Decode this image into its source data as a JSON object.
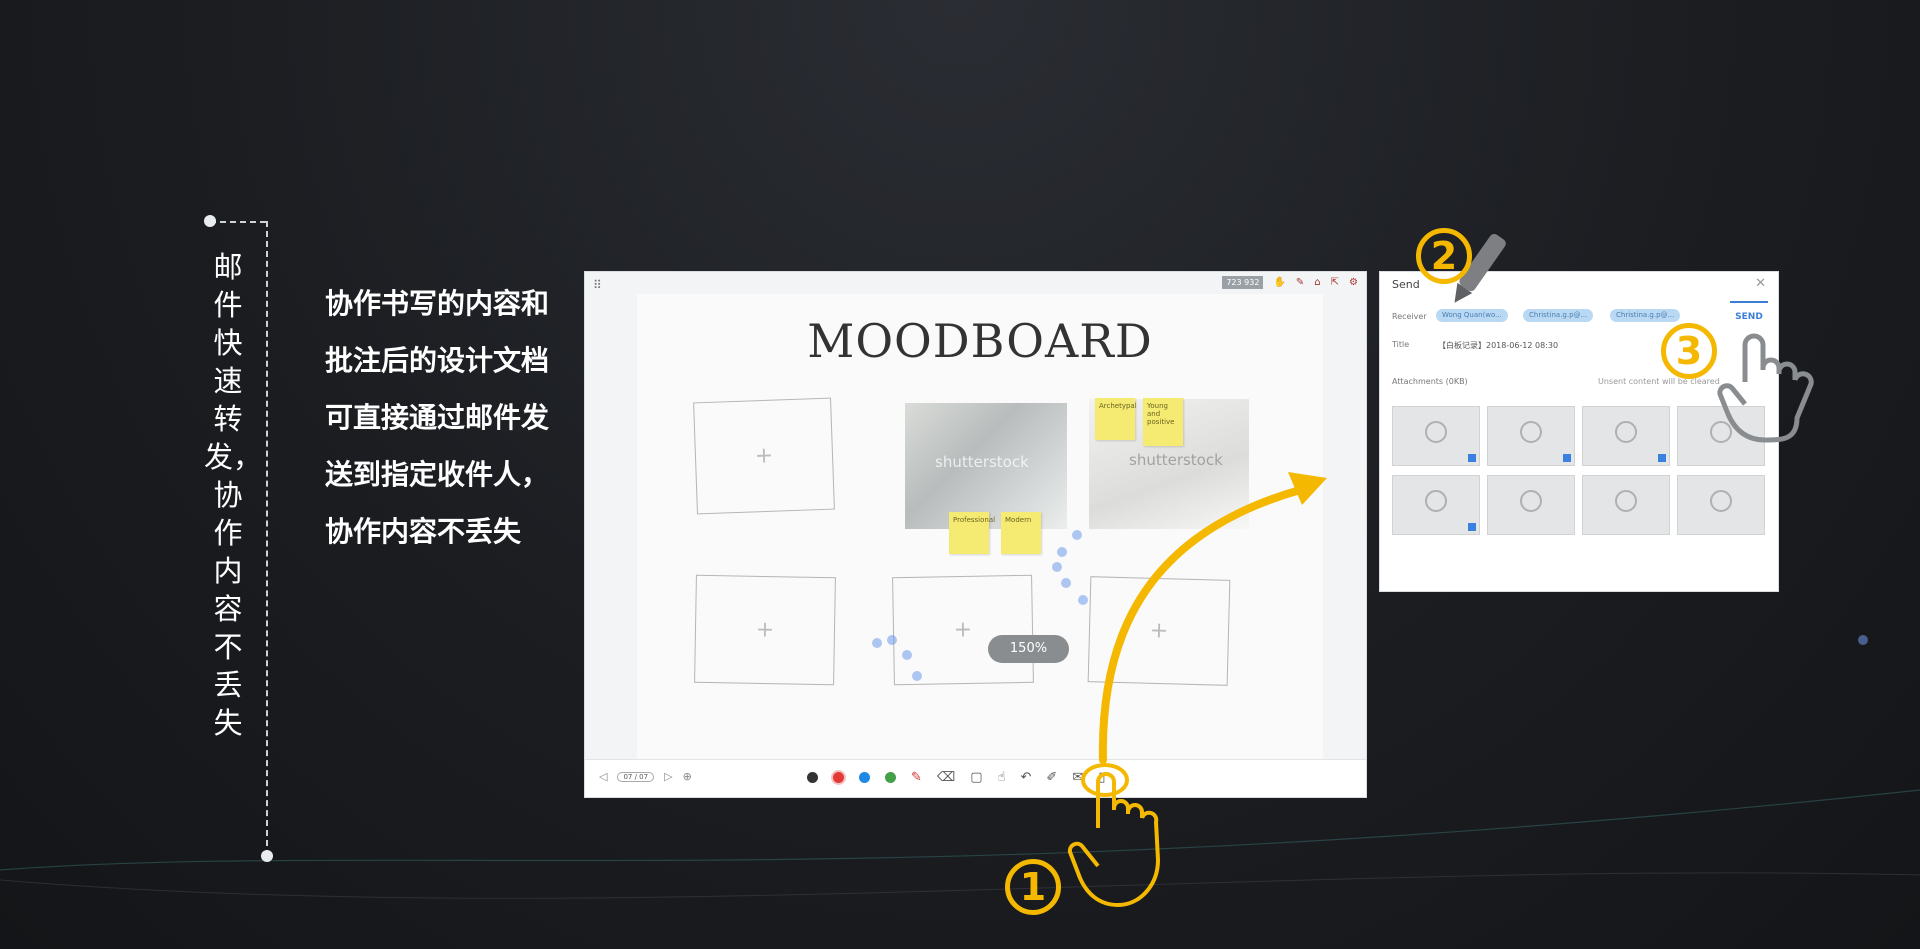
{
  "vertical_title": "邮件快速转发，协作内容不丢失",
  "description": "协作书写的内容和批注后的设计文档可直接通过邮件发送到指定收件人，协作内容不丢失",
  "whiteboard": {
    "title": "MOODBOARD",
    "coord_readout": "723 932",
    "zoom": "150%",
    "page_indicator": "07 / 07",
    "watermark": "shutterstock",
    "stickies": [
      "Archetypal",
      "Young and positive",
      "Professional",
      "Modern"
    ],
    "pen_colors": [
      "#333333",
      "#e53935",
      "#1e88e5",
      "#43a047"
    ]
  },
  "send_dialog": {
    "title": "Send",
    "receiver_label": "Receiver",
    "recipients": [
      "Wong Quan(wo...",
      "Christina.g.p@...",
      "Christina.g.p@..."
    ],
    "send_label": "SEND",
    "title_label": "Title",
    "title_value": "【白板记录】2018-06-12 08:30",
    "attachments_label": "Attachments (0KB)",
    "notice": "Unsent content will be cleared",
    "thumbnail_count": 8
  },
  "steps": [
    "1",
    "2",
    "3"
  ],
  "colors": {
    "accent": "#f5b800"
  }
}
